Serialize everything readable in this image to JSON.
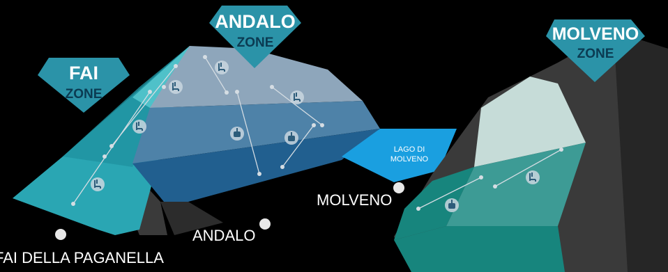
{
  "zones": {
    "fai": {
      "title": "FAI",
      "subtitle": "ZONE"
    },
    "andalo": {
      "title": "ANDALO",
      "subtitle": "ZONE"
    },
    "molveno": {
      "title": "MOLVENO",
      "subtitle": "ZONE"
    }
  },
  "towns": {
    "fai": "FAI DELLA PAGANELLA",
    "andalo": "ANDALO",
    "molveno": "MOLVENO"
  },
  "lake": {
    "line1": "LAGO DI",
    "line2": "MOLVENO"
  },
  "colors": {
    "background": "#000000",
    "badge": "#2b93a8",
    "badge_title": "#ffffff",
    "badge_subtitle": "#0b3b52",
    "lake": "#1a9fe0",
    "fai_slope": "#2aa6b3",
    "andalo_top": "#8ea6bb",
    "andalo_mid": "#4e82a8",
    "andalo_low": "#215f8f",
    "molveno_top": "#c6dcd8",
    "molveno_mid": "#3d9b95",
    "molveno_low": "#17857d",
    "rock": "#3a3a3a"
  },
  "icons": {
    "chairlift": "chairlift-icon",
    "gondola": "gondola-icon",
    "town": "town-marker-icon"
  }
}
